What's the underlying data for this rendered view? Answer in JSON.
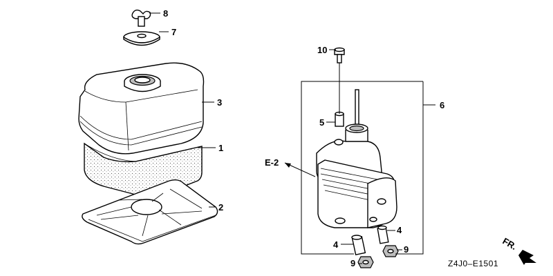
{
  "callouts": {
    "c1": "1",
    "c2": "2",
    "c3": "3",
    "c4a": "4",
    "c4b": "4",
    "c5": "5",
    "c6": "6",
    "c7": "7",
    "c8": "8",
    "c9a": "9",
    "c9b": "9",
    "c10": "10"
  },
  "reference": "E-2",
  "direction": "FR.",
  "diagram_code": "Z4J0–E1501"
}
